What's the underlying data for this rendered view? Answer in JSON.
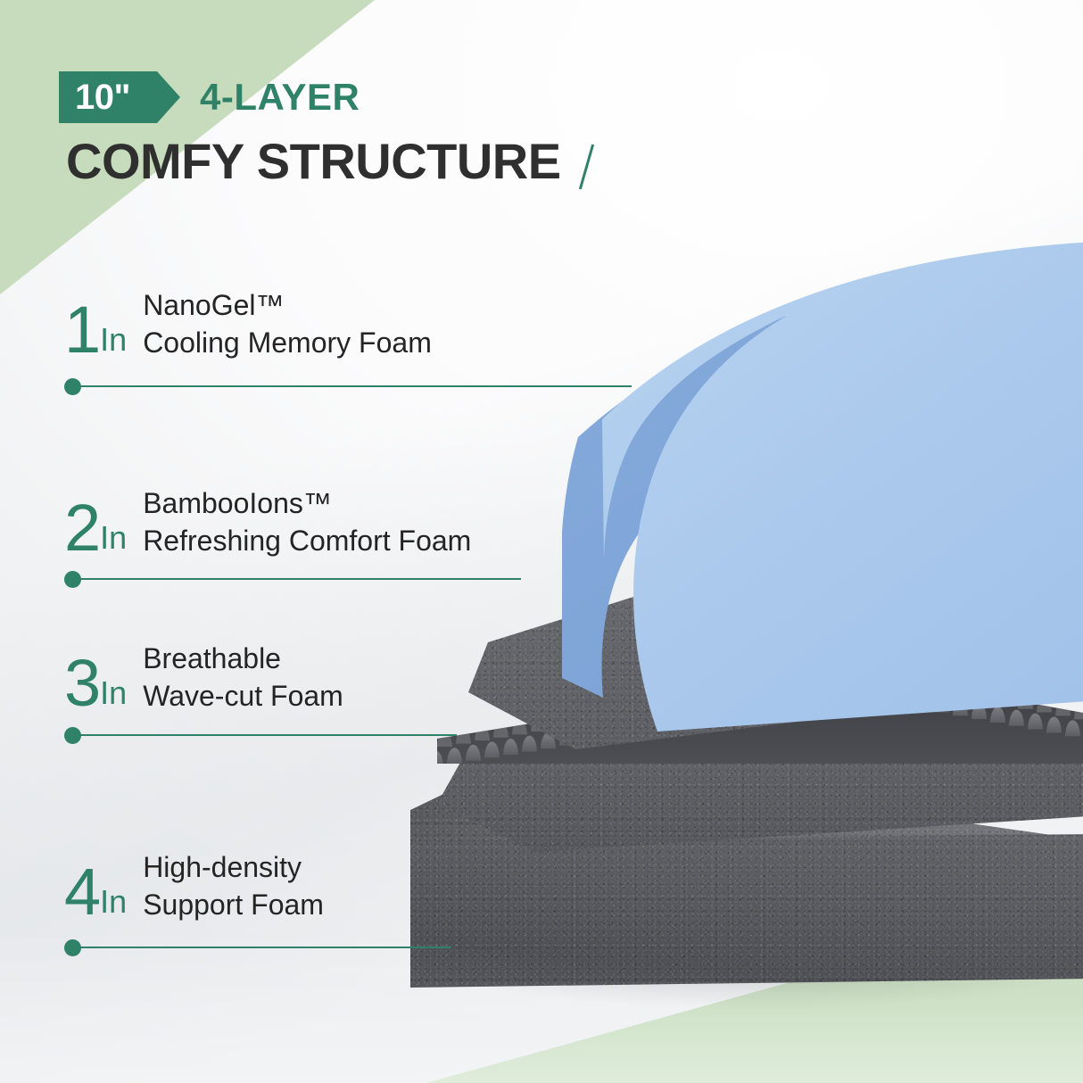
{
  "header": {
    "badge_size": "10\"",
    "badge_name": "size-badge",
    "layer_count_label": "4-LAYER",
    "main_title": "COMFY STRUCTURE",
    "accent_color": "#2f8268",
    "accent_light_color": "#c6dcbd",
    "title_color": "#2f2f2f"
  },
  "layers": [
    {
      "number": "1",
      "unit": "In",
      "line1": "NanoGel™",
      "line2": "Cooling Memory Foam",
      "color": "#aac9ec"
    },
    {
      "number": "2",
      "unit": "In",
      "line1": "BambooIons™",
      "line2": "Refreshing Comfort Foam",
      "color": "#64666b"
    },
    {
      "number": "3",
      "unit": "In",
      "line1": "Breathable",
      "line2": "Wave-cut Foam",
      "color": "#5f6166"
    },
    {
      "number": "4",
      "unit": "In",
      "line1": "High-density",
      "line2": "Support Foam",
      "color": "#56585d"
    }
  ],
  "illustration": {
    "name": "four-layer-foam-stack",
    "layer_colors": {
      "cooling_gel_top": "#aac9ec",
      "cooling_gel_edge": "#7fa5d8",
      "comfort_foam": "#64666b",
      "wave_cut_foam": "#5f6166",
      "support_foam": "#56585d"
    }
  }
}
